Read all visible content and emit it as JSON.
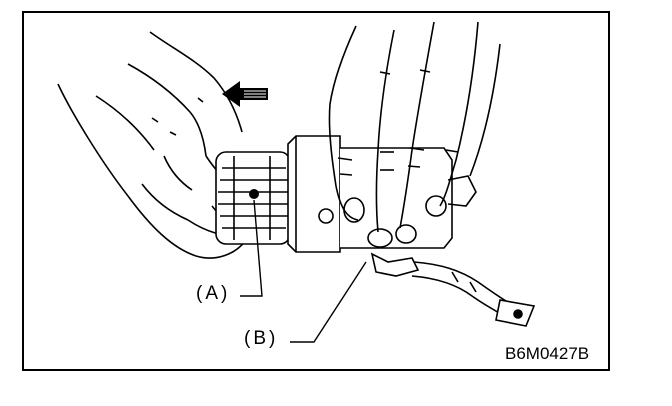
{
  "figure": {
    "code": "B6M0427B",
    "labels": {
      "a": "(A)",
      "b": "(B)"
    },
    "icons": {
      "direction_arrow": "arrow-left-icon"
    },
    "colors": {
      "ink": "#000000",
      "paper": "#ffffff"
    }
  }
}
